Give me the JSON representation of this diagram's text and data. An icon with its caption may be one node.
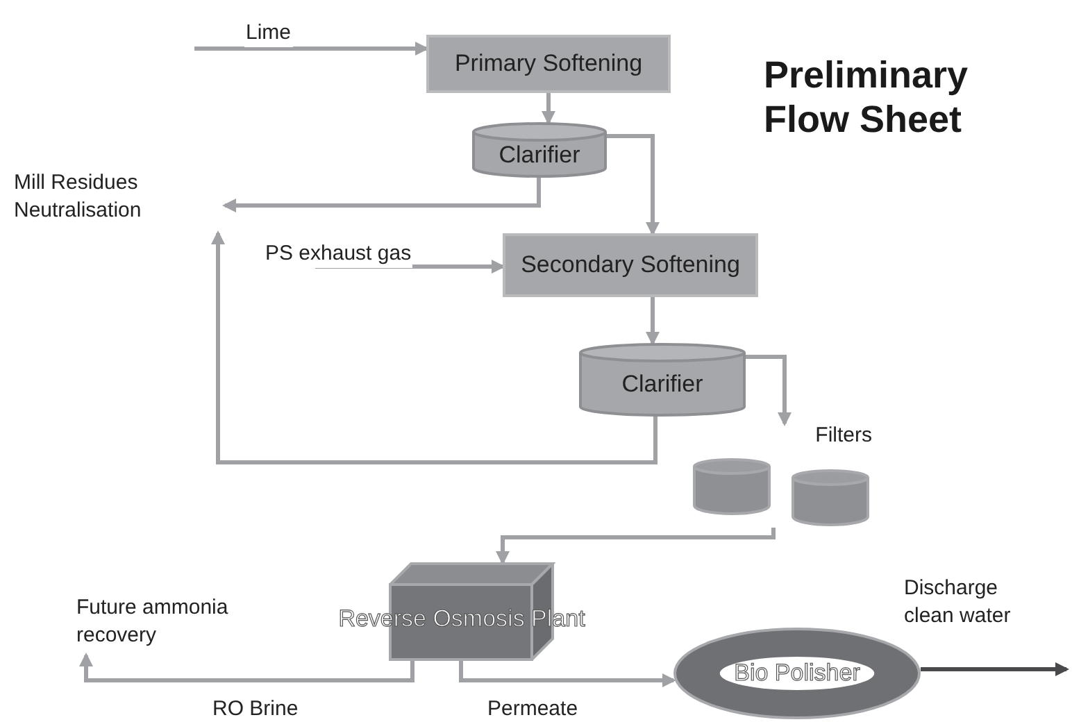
{
  "diagram": {
    "title": "Preliminary Flow Sheet",
    "nodes": [
      {
        "text": [
          "Primary Softening"
        ]
      },
      {
        "text": [
          "Clarifier"
        ]
      },
      {
        "text": [
          "Mill Residues Neutralisation"
        ]
      },
      {
        "text": [
          "Secondary Softening"
        ]
      },
      {
        "text": [
          "Clarifier"
        ]
      },
      {
        "text": [
          "Filters"
        ]
      },
      {
        "text": [
          "Reverse Osmosis Plant"
        ]
      },
      {
        "text": [
          "Future ammonia recovery"
        ]
      },
      {
        "text": [
          "Bio Polisher"
        ]
      }
    ],
    "edges": [
      {
        "from": null,
        "to": 0,
        "arrow": "to",
        "label": "Lime"
      },
      {
        "from": 0,
        "to": 1,
        "arrow": "to"
      },
      {
        "from": 1,
        "to": 2,
        "arrow": "to"
      },
      {
        "from": 1,
        "to": 3,
        "arrow": "to"
      },
      {
        "from": null,
        "to": 3,
        "arrow": "to",
        "label": "PS exhaust gas"
      },
      {
        "from": 3,
        "to": 4,
        "arrow": "to"
      },
      {
        "from": 4,
        "to": 2,
        "arrow": "to"
      },
      {
        "from": 4,
        "to": 5,
        "arrow": "to"
      },
      {
        "from": 5,
        "to": 6,
        "arrow": "to"
      },
      {
        "from": 6,
        "to": 7,
        "arrow": "to",
        "label": "RO Brine"
      },
      {
        "from": 6,
        "to": 8,
        "arrow": "to",
        "label": "Permeate"
      },
      {
        "from": 8,
        "to": null,
        "arrow": "to",
        "label": "Discharge clean water",
        "color": "#4a4a4c"
      }
    ]
  }
}
